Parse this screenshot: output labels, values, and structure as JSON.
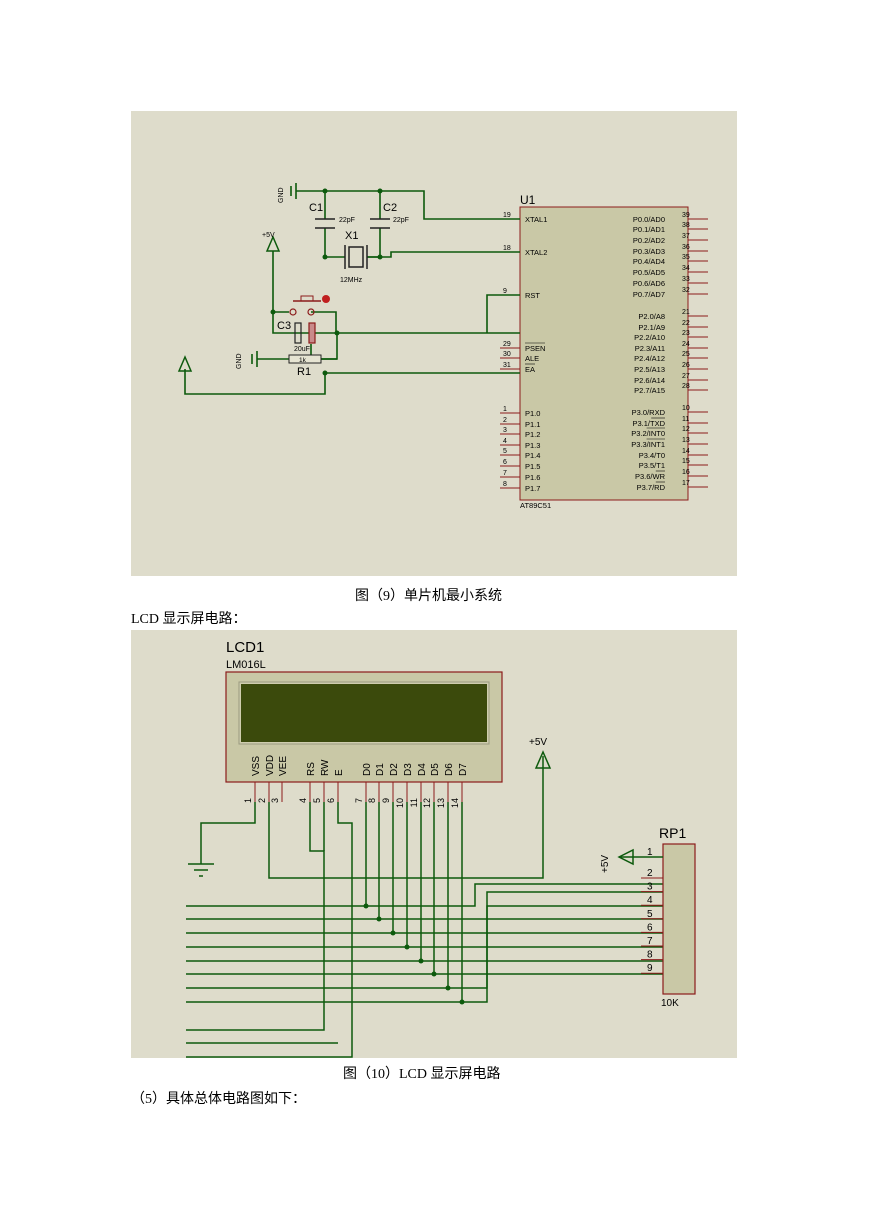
{
  "fig1": {
    "caption": "图（9）单片机最小系统",
    "chip": {
      "ref": "U1",
      "model": "AT89C51",
      "left_pins": [
        {
          "num": "19",
          "name": "XTAL1"
        },
        {
          "num": "18",
          "name": "XTAL2"
        },
        {
          "num": "9",
          "name": "RST"
        },
        {
          "num": "29",
          "name": "PSEN"
        },
        {
          "num": "30",
          "name": "ALE"
        },
        {
          "num": "31",
          "name": "EA"
        },
        {
          "num": "1",
          "name": "P1.0"
        },
        {
          "num": "2",
          "name": "P1.1"
        },
        {
          "num": "3",
          "name": "P1.2"
        },
        {
          "num": "4",
          "name": "P1.3"
        },
        {
          "num": "5",
          "name": "P1.4"
        },
        {
          "num": "6",
          "name": "P1.5"
        },
        {
          "num": "7",
          "name": "P1.6"
        },
        {
          "num": "8",
          "name": "P1.7"
        }
      ],
      "right_pins": [
        {
          "num": "39",
          "name": "P0.0/AD0"
        },
        {
          "num": "38",
          "name": "P0.1/AD1"
        },
        {
          "num": "37",
          "name": "P0.2/AD2"
        },
        {
          "num": "36",
          "name": "P0.3/AD3"
        },
        {
          "num": "35",
          "name": "P0.4/AD4"
        },
        {
          "num": "34",
          "name": "P0.5/AD5"
        },
        {
          "num": "33",
          "name": "P0.6/AD6"
        },
        {
          "num": "32",
          "name": "P0.7/AD7"
        },
        {
          "num": "21",
          "name": "P2.0/A8"
        },
        {
          "num": "22",
          "name": "P2.1/A9"
        },
        {
          "num": "23",
          "name": "P2.2/A10"
        },
        {
          "num": "24",
          "name": "P2.3/A11"
        },
        {
          "num": "25",
          "name": "P2.4/A12"
        },
        {
          "num": "26",
          "name": "P2.5/A13"
        },
        {
          "num": "27",
          "name": "P2.6/A14"
        },
        {
          "num": "28",
          "name": "P2.7/A15"
        },
        {
          "num": "10",
          "name": "P3.0/RXD"
        },
        {
          "num": "11",
          "name": "P3.1/TXD"
        },
        {
          "num": "12",
          "name": "P3.2/INT0"
        },
        {
          "num": "13",
          "name": "P3.3/INT1"
        },
        {
          "num": "14",
          "name": "P3.4/T0"
        },
        {
          "num": "15",
          "name": "P3.5/T1"
        },
        {
          "num": "16",
          "name": "P3.6/WR"
        },
        {
          "num": "17",
          "name": "P3.7/RD"
        }
      ]
    },
    "components": {
      "gnd": "GND",
      "vcc": "+5V",
      "c1": "C1",
      "c1_val": "22pF",
      "c2": "C2",
      "c2_val": "22pF",
      "x1": "X1",
      "x1_val": "12MHz",
      "c3": "C3",
      "c3_val": "20uF",
      "r1": "R1",
      "r1_val": "1k"
    }
  },
  "section_title": "LCD 显示屏电路：",
  "fig2": {
    "caption": "图（10）LCD 显示屏电路",
    "lcd": {
      "ref": "LCD1",
      "model": "LM016L",
      "pins": [
        {
          "num": "1",
          "name": "VSS"
        },
        {
          "num": "2",
          "name": "VDD"
        },
        {
          "num": "3",
          "name": "VEE"
        },
        {
          "num": "4",
          "name": "RS"
        },
        {
          "num": "5",
          "name": "RW"
        },
        {
          "num": "6",
          "name": "E"
        },
        {
          "num": "7",
          "name": "D0"
        },
        {
          "num": "8",
          "name": "D1"
        },
        {
          "num": "9",
          "name": "D2"
        },
        {
          "num": "10",
          "name": "D3"
        },
        {
          "num": "11",
          "name": "D4"
        },
        {
          "num": "12",
          "name": "D5"
        },
        {
          "num": "13",
          "name": "D6"
        },
        {
          "num": "14",
          "name": "D7"
        }
      ]
    },
    "vcc": "+5V",
    "rp": {
      "ref": "RP1",
      "value": "10K",
      "pins": [
        "1",
        "2",
        "3",
        "4",
        "5",
        "6",
        "7",
        "8",
        "9"
      ]
    }
  },
  "next_section": "（5）具体总体电路图如下："
}
